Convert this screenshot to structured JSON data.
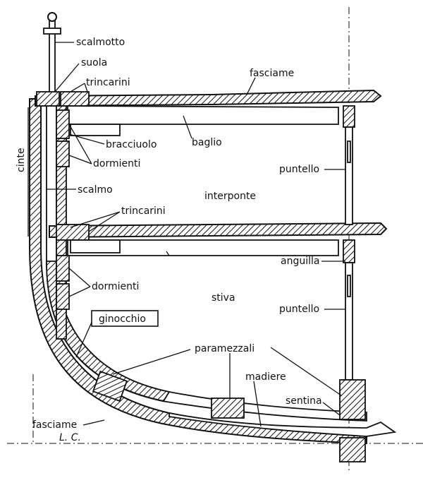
{
  "labels": {
    "scalmotto": "scalmotto",
    "suola": "suola",
    "trincarini_top": "trincarini",
    "fasciame_top": "fasciame",
    "cinte": "cinte",
    "bracciuolo": "bracciuolo",
    "baglio": "baglio",
    "dormienti_top": "dormienti",
    "puntello_top": "puntello",
    "scalmo": "scalmo",
    "interponte": "interponte",
    "trincarini_mid": "trincarini",
    "anguilla": "anguilla",
    "dormienti_low": "dormienti",
    "stiva": "stiva",
    "puntello_low": "puntello",
    "ginocchio": "ginocchio",
    "paramezzali": "paramezzali",
    "madiere": "madiere",
    "sentina": "sentina",
    "fasciame_bottom": "fasciame",
    "lc": "L. C."
  }
}
